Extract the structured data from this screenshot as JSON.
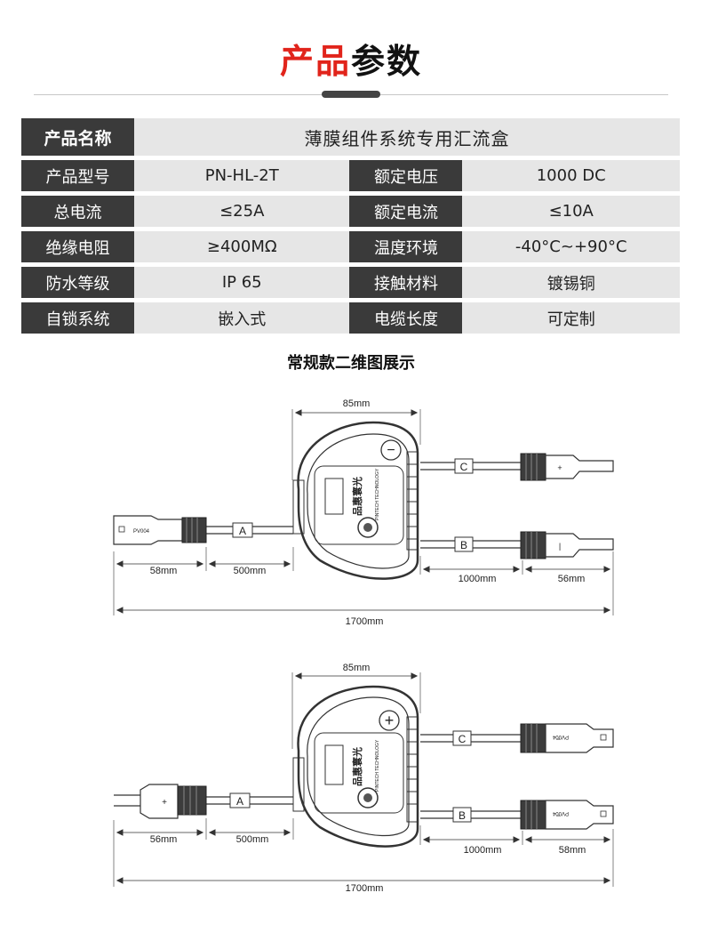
{
  "header": {
    "title_red": "产品",
    "title_black": "参数"
  },
  "spec": {
    "product_name": {
      "label": "产品名称",
      "value": "薄膜组件系统专用汇流盒"
    },
    "rows": [
      [
        {
          "label": "产品型号",
          "value": "PN-HL-2T"
        },
        {
          "label": "额定电压",
          "value": "1000 DC"
        }
      ],
      [
        {
          "label": "总电流",
          "value": "≤25A"
        },
        {
          "label": "额定电流",
          "value": "≤10A"
        }
      ],
      [
        {
          "label": "绝缘电阻",
          "value": "≥400MΩ"
        },
        {
          "label": "温度环境",
          "value": "-40°C~+90°C"
        }
      ],
      [
        {
          "label": "防水等级",
          "value": "IP 65"
        },
        {
          "label": "接触材料",
          "value": "镀锡铜"
        }
      ],
      [
        {
          "label": "自锁系统",
          "value": "嵌入式"
        },
        {
          "label": "电缆长度",
          "value": "可定制"
        }
      ]
    ]
  },
  "drawing_section": {
    "title": "常规款二维图展示"
  },
  "diagram_negative": {
    "box_width": "85mm",
    "polarity_symbol": "−",
    "brand_text": "品惠寰光",
    "brand_sub": "PINTECH TECHNOLOGY",
    "input_connector_label": "PV004",
    "cable_labels": {
      "a": "A",
      "b": "B",
      "c": "C"
    },
    "connector_signs": {
      "c": "+",
      "b": "|"
    },
    "dims": {
      "input_connector": "58mm",
      "input_cable": "500mm",
      "output_cable": "1000mm",
      "output_connector": "56mm",
      "total": "1700mm"
    }
  },
  "diagram_positive": {
    "box_width": "85mm",
    "polarity_symbol": "+",
    "brand_text": "品惠寰光",
    "brand_sub": "PINTECH TECHNOLOGY",
    "output_connector_label": "PV004",
    "cable_labels": {
      "a": "A",
      "b": "B",
      "c": "C"
    },
    "connector_signs": {
      "input": "+",
      "c": "−",
      "b": "−"
    },
    "dims": {
      "input_connector": "56mm",
      "input_cable": "500mm",
      "output_cable": "1000mm",
      "output_connector": "58mm",
      "total": "1700mm"
    }
  }
}
